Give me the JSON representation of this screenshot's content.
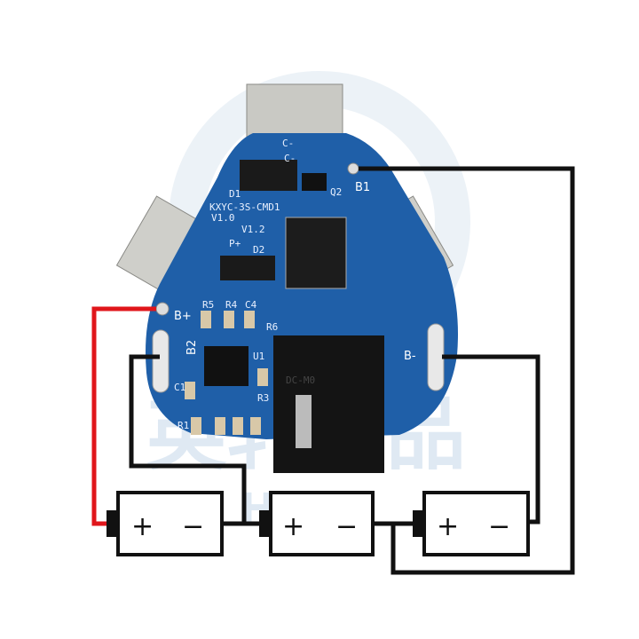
{
  "board": {
    "model": "KXYC-3S-CMD1",
    "version": "V1.0",
    "version2": "V1.2",
    "chip_label": "DC-M0",
    "pads": {
      "b_plus": "B+",
      "b2": "B2",
      "b1": "B1",
      "b_minus": "B-",
      "p_plus": "P+",
      "c_minus": "C-"
    },
    "components": [
      "D1",
      "Q2",
      "D2",
      "R5",
      "R4",
      "C4",
      "R6",
      "U1",
      "C1",
      "R3",
      "R1"
    ],
    "color": "#1f5fa8"
  },
  "watermark": {
    "text": "英轩优品",
    "sub": "HXYP"
  },
  "batteries": [
    {
      "plus": "+",
      "minus": "−"
    },
    {
      "plus": "+",
      "minus": "−"
    },
    {
      "plus": "+",
      "minus": "−"
    }
  ],
  "wires": {
    "positive_color": "#e0161b",
    "other_color": "#111111"
  }
}
